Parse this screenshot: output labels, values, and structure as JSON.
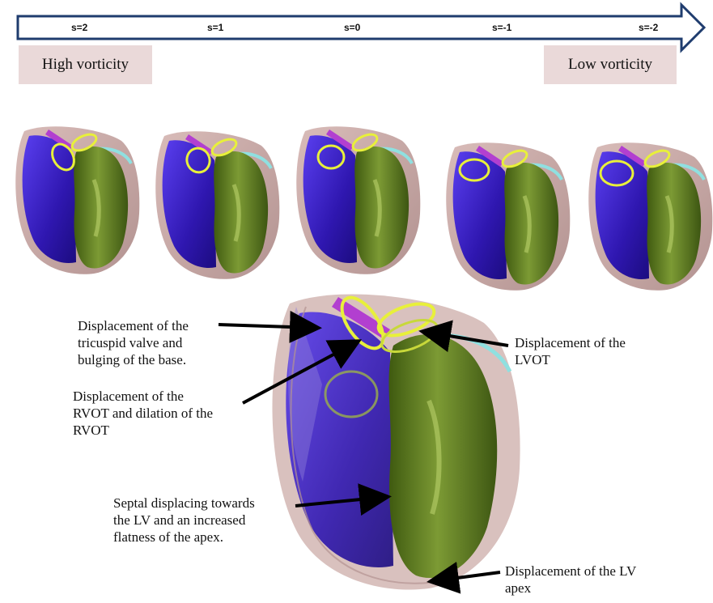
{
  "scale": {
    "labels": [
      "s=2",
      "s=1",
      "s=0",
      "s=-1",
      "s=-2"
    ],
    "high_label": "High vorticity",
    "low_label": "Low vorticity"
  },
  "annotations": {
    "tricuspid": "Displacement of the\ntricuspid valve and\nbulging of the base.",
    "rvot": "Displacement of the\nRVOT and dilation of the\nRVOT",
    "septal": "Septal displacing towards\nthe LV and an increased\nflatness of the apex.",
    "lvot": "Displacement of the\nLVOT",
    "lv_apex": "Displacement of the LV\napex"
  },
  "colors": {
    "rv_blue": "#3a1fc4",
    "lv_green": "#5a7a1e",
    "valve_yellow": "#e8f03a",
    "myocardium_pink": "#c9a9a6",
    "arrow_outline": "#1f3c6e"
  }
}
